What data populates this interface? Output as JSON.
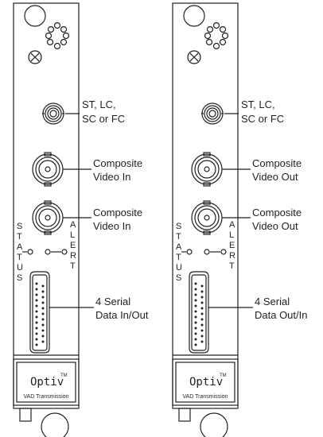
{
  "modules": [
    {
      "id": "receiver",
      "labels": {
        "fiber": [
          "ST, LC,",
          "SC or FC"
        ],
        "video1": [
          "Composite",
          "Video In"
        ],
        "video2": [
          "Composite",
          "Video In"
        ],
        "serial": [
          "4 Serial",
          "Data In/Out"
        ]
      }
    },
    {
      "id": "transmitter",
      "labels": {
        "fiber": [
          "ST, LC,",
          "SC or FC"
        ],
        "video1": [
          "Composite",
          "Video Out"
        ],
        "video2": [
          "Composite",
          "Video Out"
        ],
        "serial": [
          "4 Serial",
          "Data Out/In"
        ]
      }
    }
  ],
  "status_letters": [
    "S",
    "T",
    "A",
    "T",
    "U",
    "S"
  ],
  "alert_letters": [
    "A",
    "L",
    "E",
    "R",
    "T"
  ],
  "brand": {
    "name": "Optiv",
    "trademark": "TM",
    "subtitle": "VAD Transmission"
  },
  "colors": {
    "line": "#231f20",
    "background": "#ffffff"
  }
}
